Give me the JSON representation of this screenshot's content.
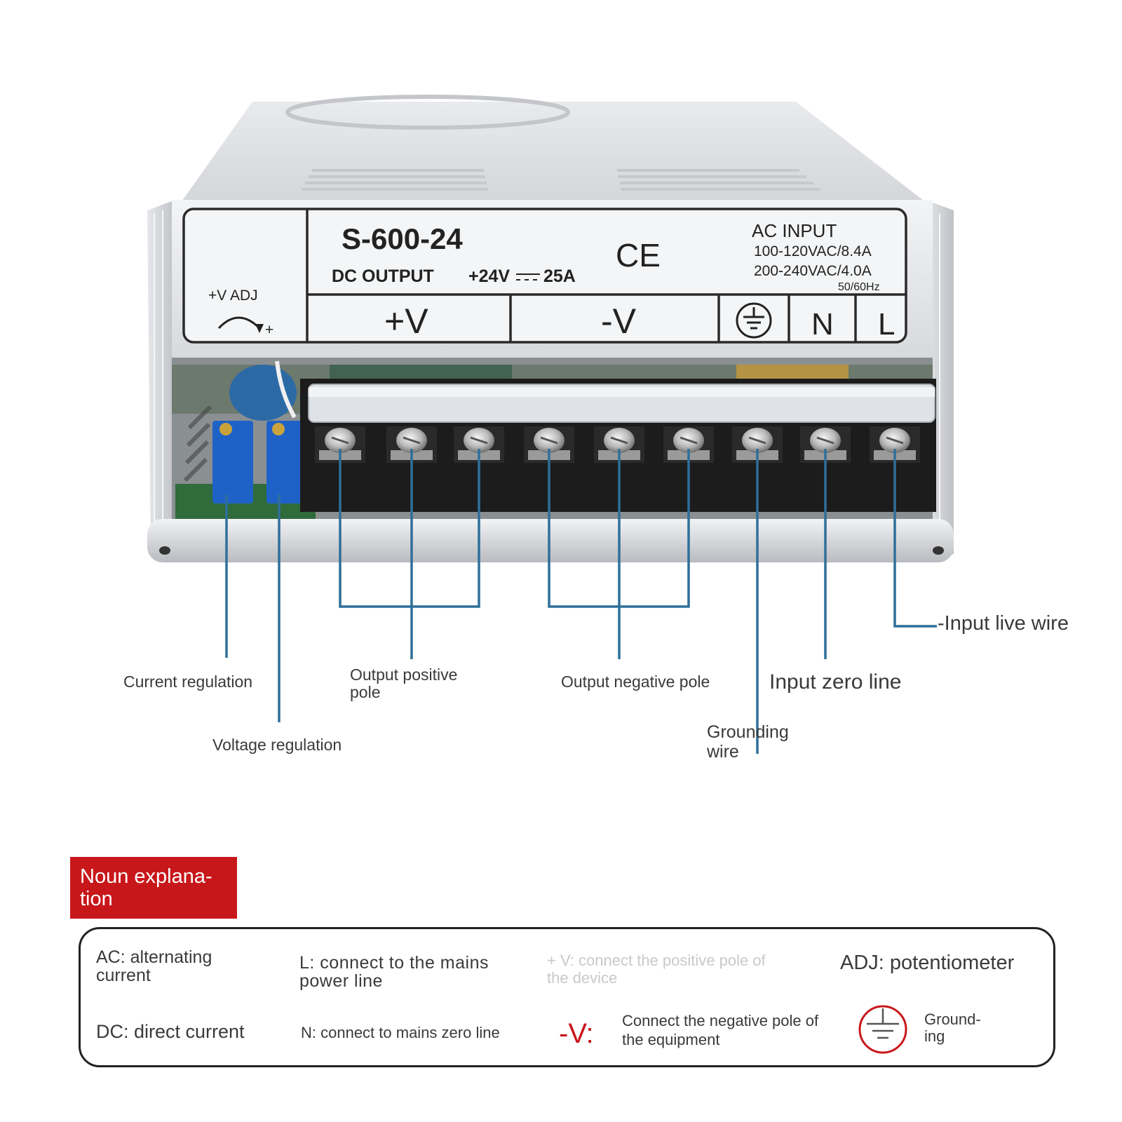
{
  "device": {
    "model": "S-600-24",
    "dc_output": "DC  OUTPUT",
    "rating": "+24V",
    "current": "25A",
    "ce_mark": "CE",
    "ac_input": "AC  INPUT",
    "ac_range1": "100-120VAC/8.4A",
    "ac_range2": "200-240VAC/4.0A",
    "frequency": "50/60Hz",
    "adj_label": "+V ADJ",
    "adj_plus": "+",
    "terminal_pos": "+V",
    "terminal_neg": "-V",
    "terminal_n": "N",
    "terminal_l": "L"
  },
  "callouts": {
    "current_regulation": "Current regulation",
    "voltage_regulation": "Voltage regulation",
    "output_positive": "Output positive pole",
    "output_negative": "Output negative pole",
    "grounding_wire": "Grounding wire",
    "input_zero": "Input zero line",
    "input_live": "-Input live wire"
  },
  "glossary": {
    "title": "Noun explana- tion",
    "ac": "AC: alternating current",
    "dc": "DC: direct current",
    "l": "L: connect to the mains power line",
    "n": "N: connect to mains zero line",
    "pos": "+ V: connect the positive pole of the device",
    "neg_symbol": "-V:",
    "neg": "Connect the negative pole of the equipment",
    "adj": "ADJ: potentiometer",
    "ground": "Ground- ing"
  },
  "colors": {
    "leader": "#2f6f9a",
    "accent_red": "#c8171b",
    "terminal_black": "#1c1c1c"
  },
  "icons": [
    "ground-icon",
    "adj-arrow-icon",
    "screw-icon"
  ]
}
